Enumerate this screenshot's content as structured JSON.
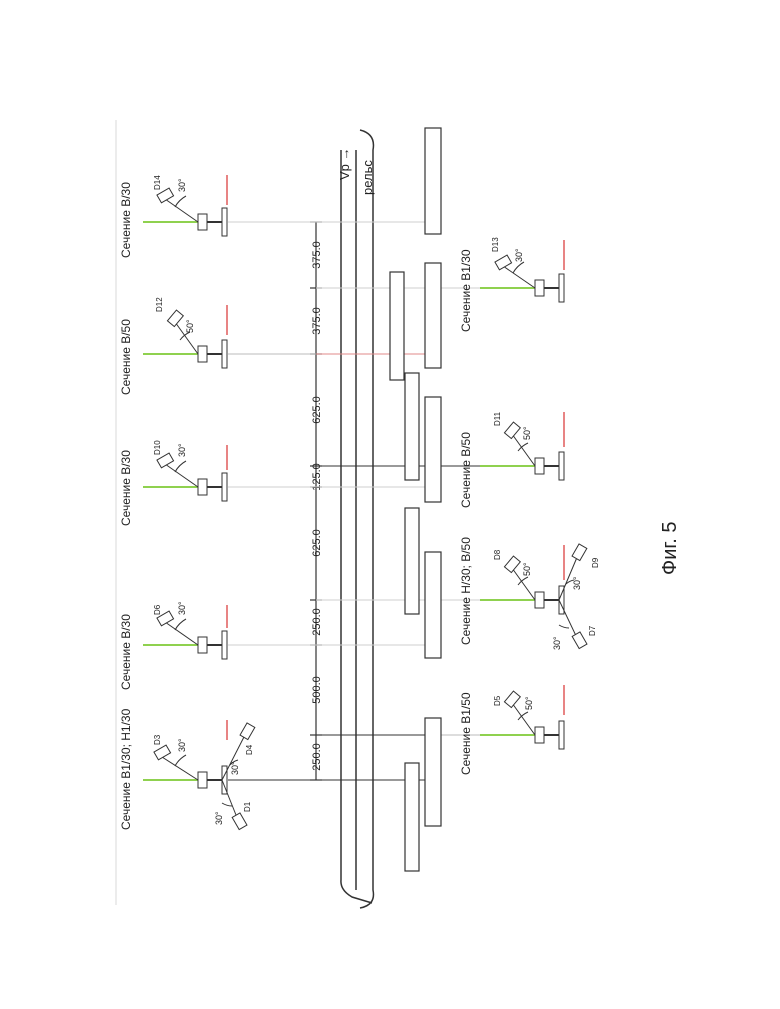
{
  "figure_caption": "Фиг. 5",
  "motion_label": "Vр →",
  "rail_label": "рельс",
  "dimensions": [
    "250.0",
    "500.0",
    "250.0",
    "625.0",
    "125.0",
    "625.0",
    "375.0",
    "375.0"
  ],
  "sections_top": [
    {
      "title": "Сечение В1/30; Н1/30",
      "probes": [
        {
          "id": "D3",
          "angle": "30°"
        },
        {
          "id": "D4",
          "angle": "30°"
        },
        {
          "id": "D1",
          "angle": "30°"
        }
      ]
    },
    {
      "title": "Сечение В/30",
      "probes": [
        {
          "id": "D6",
          "angle": "30°"
        }
      ]
    },
    {
      "title": "Сечение В/30",
      "probes": [
        {
          "id": "D10",
          "angle": "30°"
        }
      ]
    },
    {
      "title": "Сечение В/50",
      "probes": [
        {
          "id": "D12",
          "angle": "50°"
        }
      ]
    },
    {
      "title": "Сечение В/30",
      "probes": [
        {
          "id": "D14",
          "angle": "30°"
        }
      ]
    }
  ],
  "sections_bottom": [
    {
      "title": "Сечение В1/50",
      "probes": [
        {
          "id": "D5",
          "angle": "50°"
        }
      ]
    },
    {
      "title": "Сечение Н/30; В/50",
      "probes": [
        {
          "id": "D8",
          "angle": "50°"
        },
        {
          "id": "D9",
          "angle": "30°"
        },
        {
          "id": "D7",
          "angle": "30°"
        }
      ]
    },
    {
      "title": "Сечение В/50",
      "probes": [
        {
          "id": "D11",
          "angle": "50°"
        }
      ]
    },
    {
      "title": "Сечение В1/30",
      "probes": [
        {
          "id": "D13",
          "angle": "30°"
        }
      ]
    }
  ],
  "colors": {
    "ray": "#8fd14f",
    "surface": "#e05a5a",
    "line": "#333333"
  }
}
